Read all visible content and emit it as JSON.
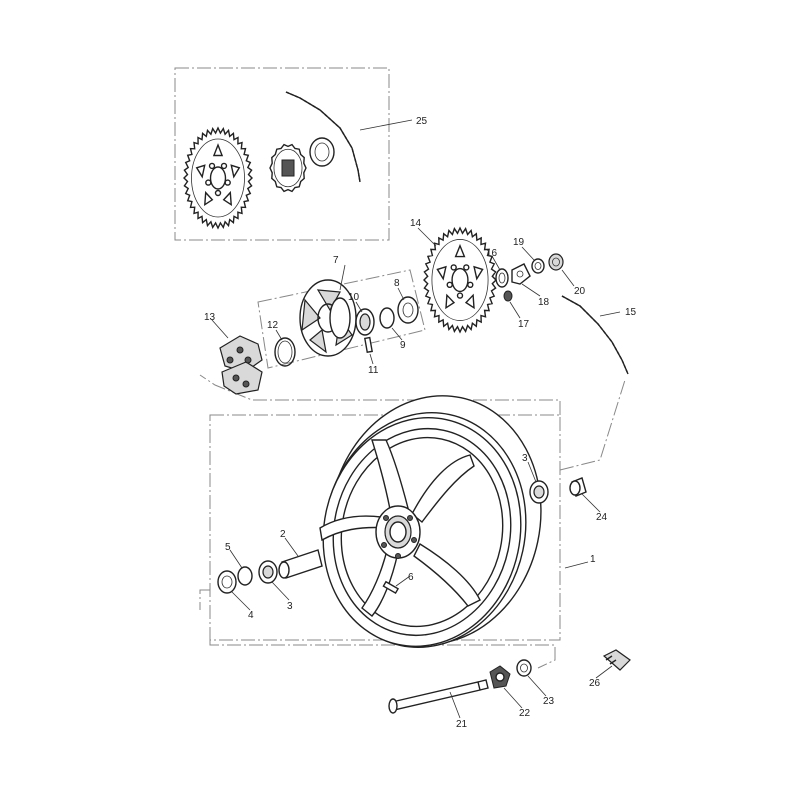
{
  "callouts": {
    "c1": "1",
    "c2": "2",
    "c3a": "3",
    "c3b": "3",
    "c4": "4",
    "c5": "5",
    "c6": "6",
    "c7": "7",
    "c8": "8",
    "c9": "9",
    "c10": "10",
    "c11": "11",
    "c12": "12",
    "c13": "13",
    "c14": "14",
    "c15": "15",
    "c16": "16",
    "c17": "17",
    "c18": "18",
    "c19": "19",
    "c20": "20",
    "c21": "21",
    "c22": "22",
    "c23": "23",
    "c24": "24",
    "c25": "25",
    "c26": "26"
  },
  "colors": {
    "line": "#222222",
    "dash": "#888888",
    "background": "#ffffff"
  }
}
